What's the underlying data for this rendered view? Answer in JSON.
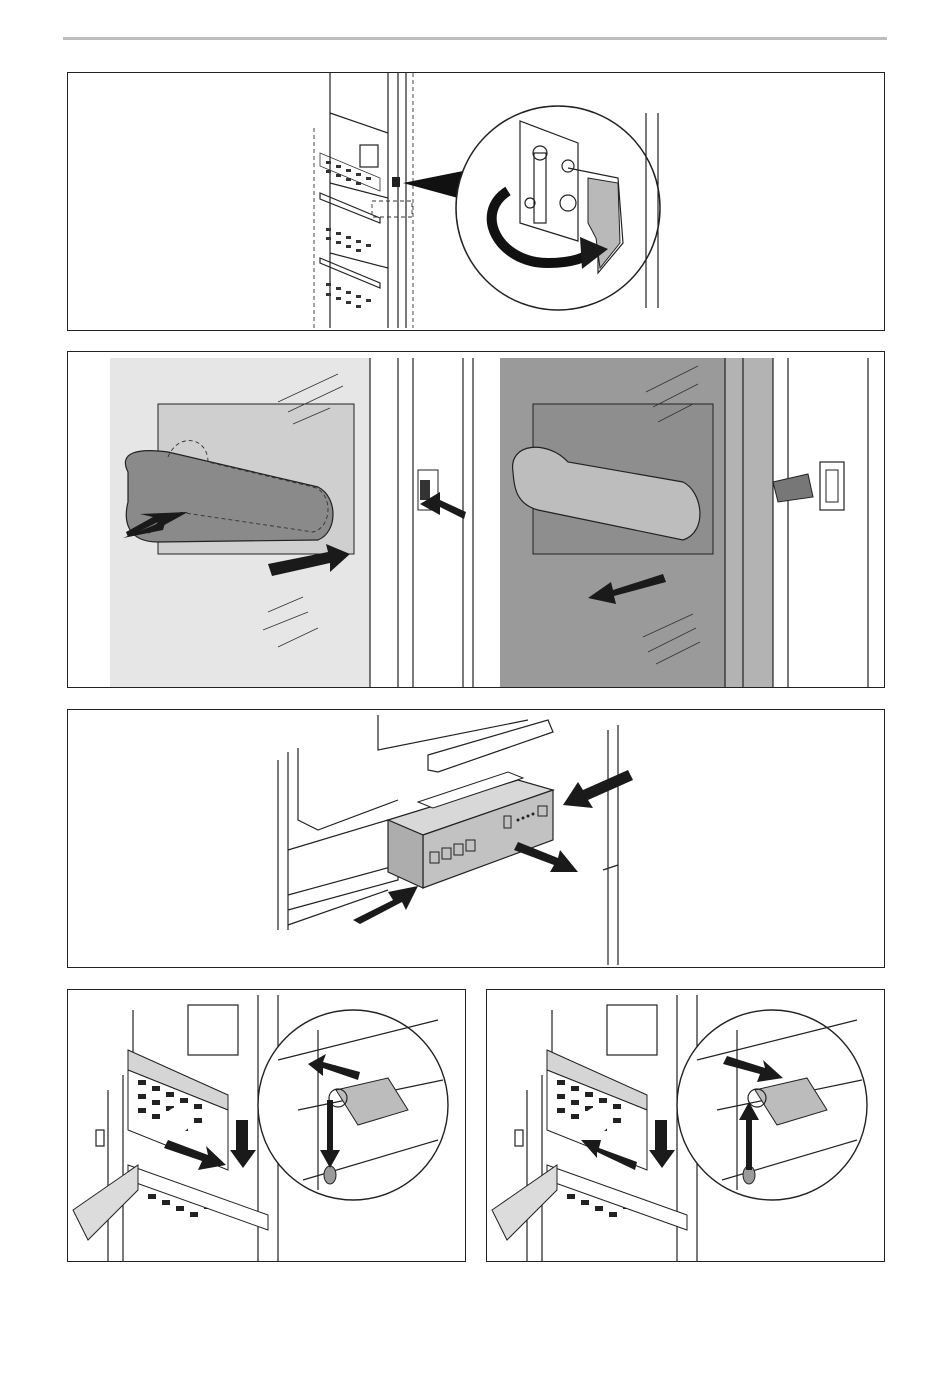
{
  "page": {
    "title": "",
    "figures": [
      {
        "id": "door-hinge-adjustment",
        "caption": ""
      },
      {
        "id": "door-handle-removal",
        "caption": ""
      },
      {
        "id": "control-panel-removal",
        "caption": ""
      },
      {
        "id": "shelf-removal",
        "caption": ""
      },
      {
        "id": "shelf-insertion",
        "caption": ""
      }
    ]
  },
  "icons": {
    "arrow": "arrow-icon",
    "rotate": "rotate-arrow-icon"
  },
  "colors": {
    "border": "#222222",
    "rule": "#bdbdbd",
    "panel_fill_light": "#e6e6e6",
    "panel_fill_dark": "#9a9a9a"
  }
}
